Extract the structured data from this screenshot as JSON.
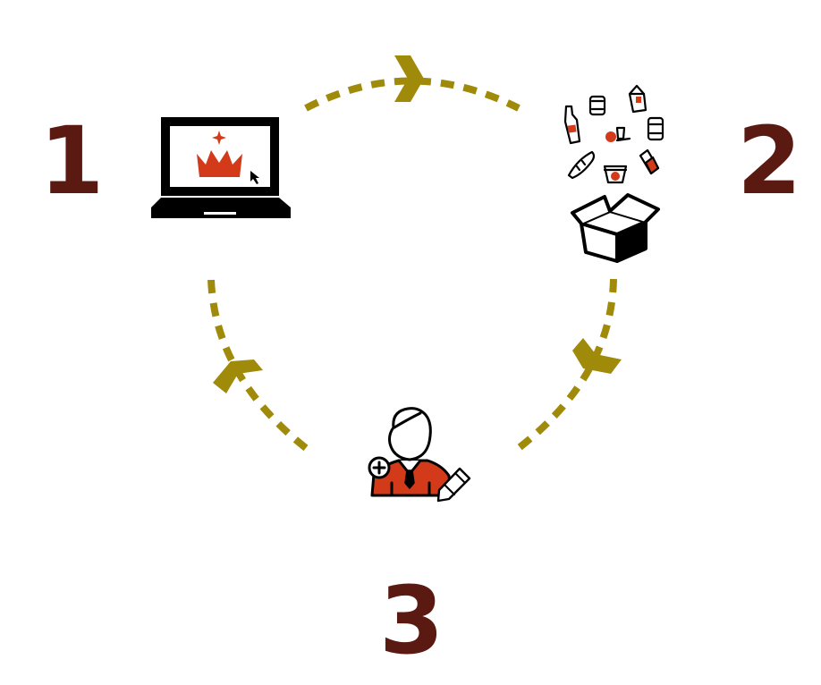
{
  "steps": [
    {
      "number": "1",
      "icon": "laptop-crown-icon"
    },
    {
      "number": "2",
      "icon": "groceries-box-icon"
    },
    {
      "number": "3",
      "icon": "user-edit-icon"
    }
  ],
  "colors": {
    "number": "#5a1a12",
    "arrow": "#a08a0a",
    "accent": "#d23a1a",
    "ink": "#000000"
  }
}
